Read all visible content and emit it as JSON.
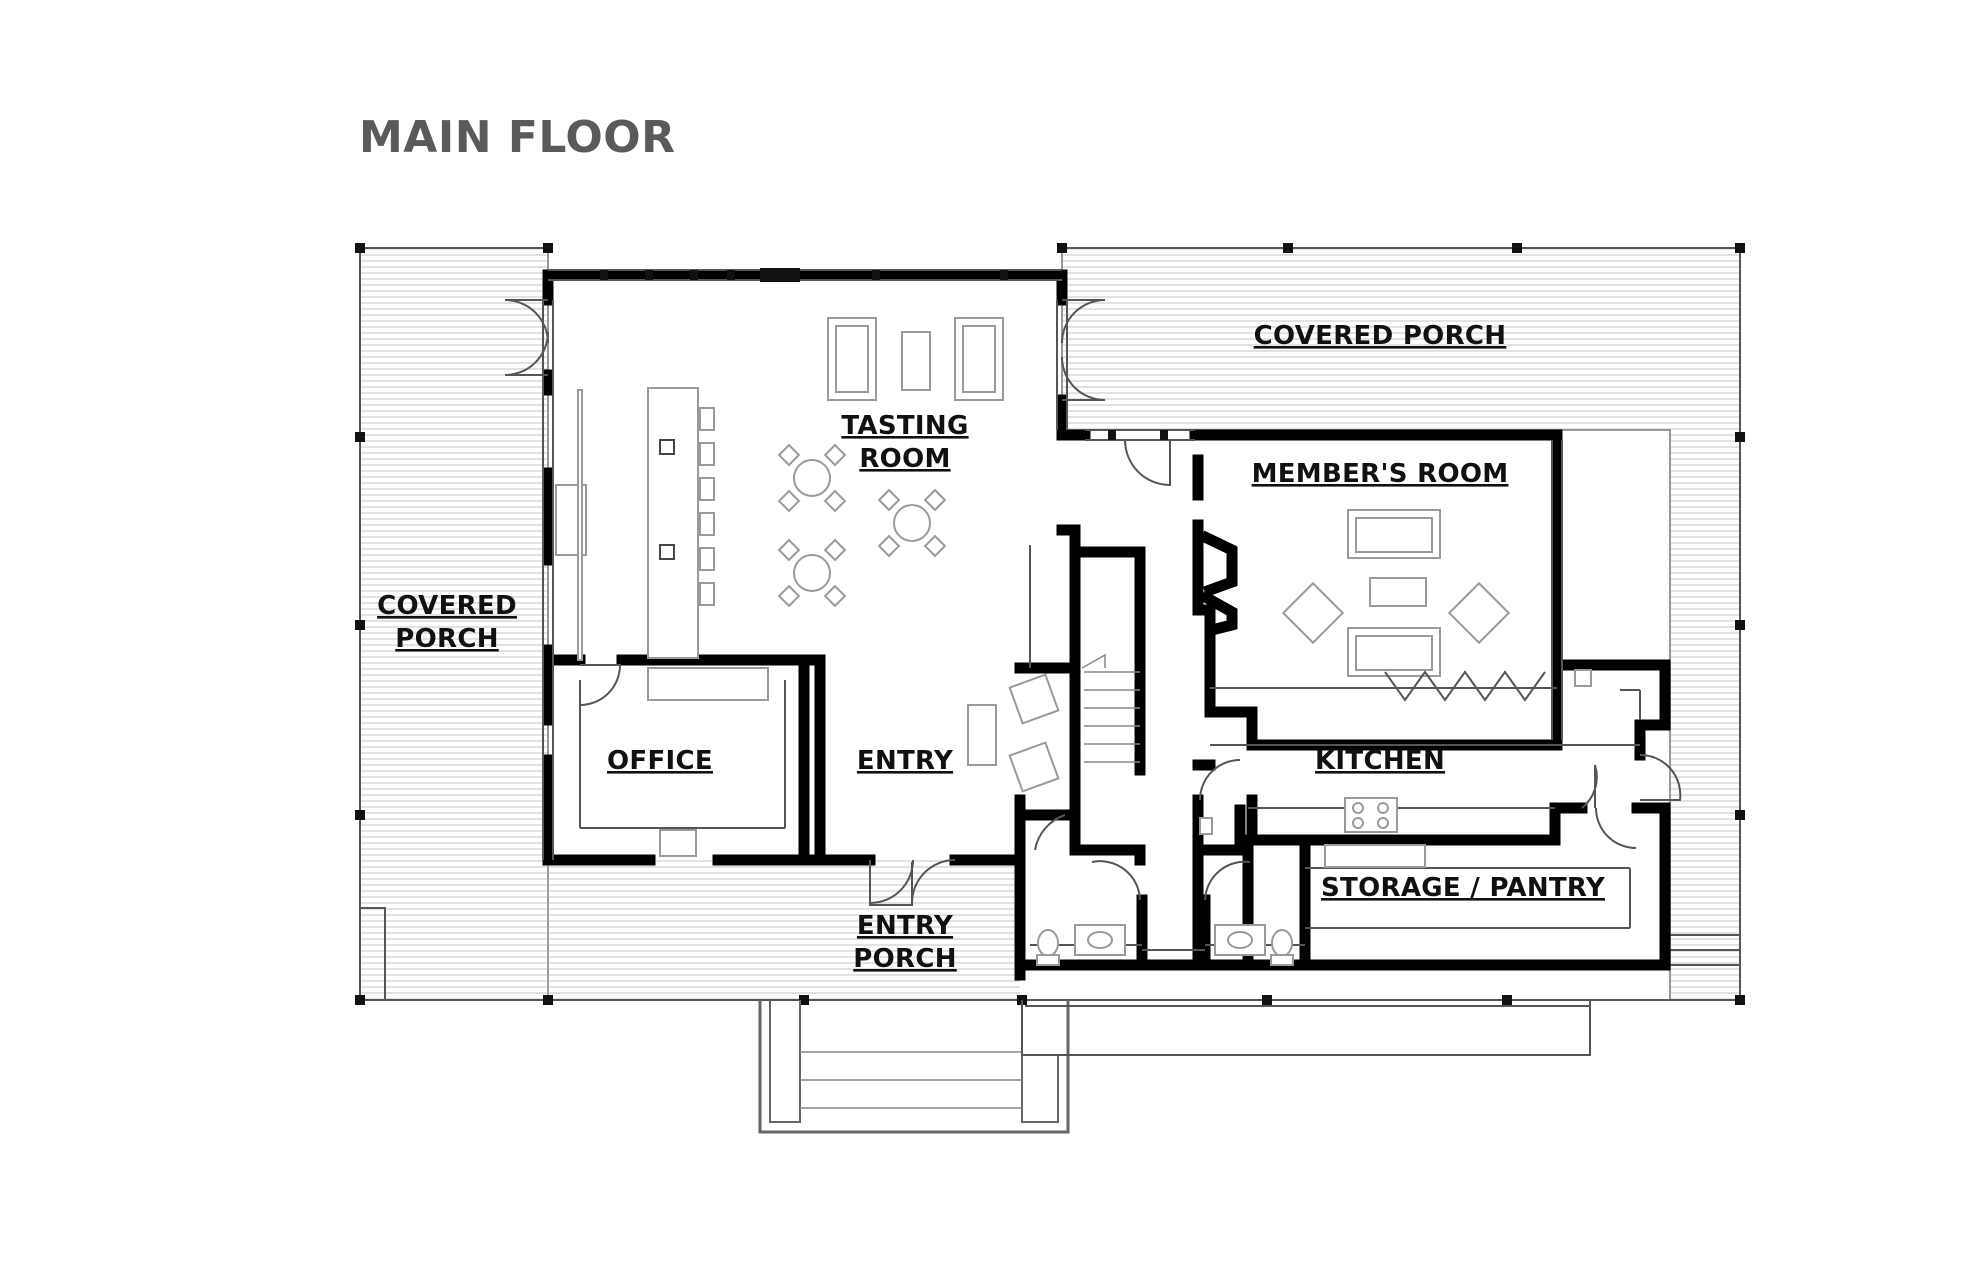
{
  "title": "MAIN FLOOR",
  "rooms": {
    "covered_porch_top": "COVERED PORCH",
    "covered_porch_left_1": "COVERED",
    "covered_porch_left_2": "PORCH",
    "tasting_room_1": "TASTING",
    "tasting_room_2": "ROOM",
    "members_room": "MEMBER'S ROOM",
    "office": "OFFICE",
    "entry": "ENTRY",
    "kitchen": "KITCHEN",
    "entry_porch_1": "ENTRY",
    "entry_porch_2": "PORCH",
    "storage_pantry": "STORAGE / PANTRY"
  },
  "colors": {
    "walls": "#000000",
    "porch_hatch": "#bbbbbb",
    "furniture": "#9a9a9a",
    "title": "#5a5a5a"
  }
}
